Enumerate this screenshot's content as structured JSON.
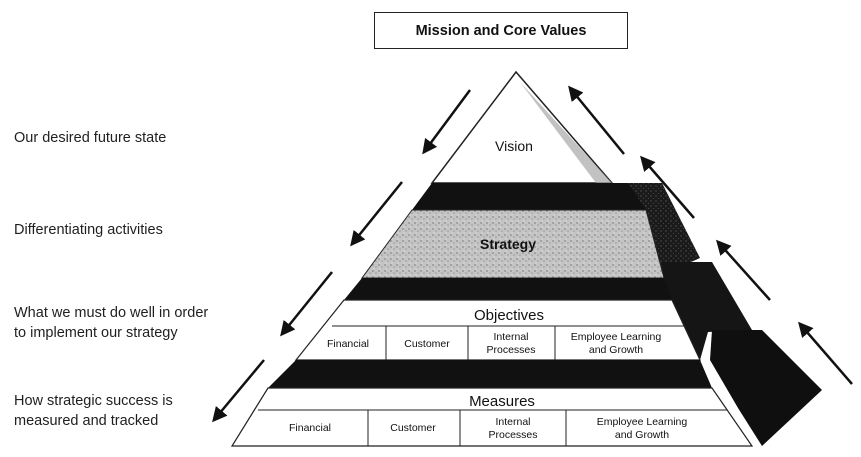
{
  "title_box": "Mission and Core Values",
  "side_labels": {
    "vision": "Our desired future state",
    "strategy": "Differentiating activities",
    "objectives_line1": "What we must do well in order",
    "objectives_line2": "to implement our strategy",
    "measures_line1": "How strategic success is",
    "measures_line2": "measured and tracked"
  },
  "levels": {
    "vision": "Vision",
    "strategy": "Strategy",
    "objectives": "Objectives",
    "measures": "Measures"
  },
  "objectives_cells": {
    "financial": "Financial",
    "customer": "Customer",
    "internal_1": "Internal",
    "internal_2": "Processes",
    "learning_1": "Employee Learning",
    "learning_2": "and Growth"
  },
  "measures_cells": {
    "financial": "Financial",
    "customer": "Customer",
    "internal_1": "Internal",
    "internal_2": "Processes",
    "learning_1": "Employee Learning",
    "learning_2": "and Growth"
  },
  "colors": {
    "band_dark": "#111111",
    "strategy_gray": "#b9b9b9",
    "shadow_dark": "#0d0d0d"
  }
}
